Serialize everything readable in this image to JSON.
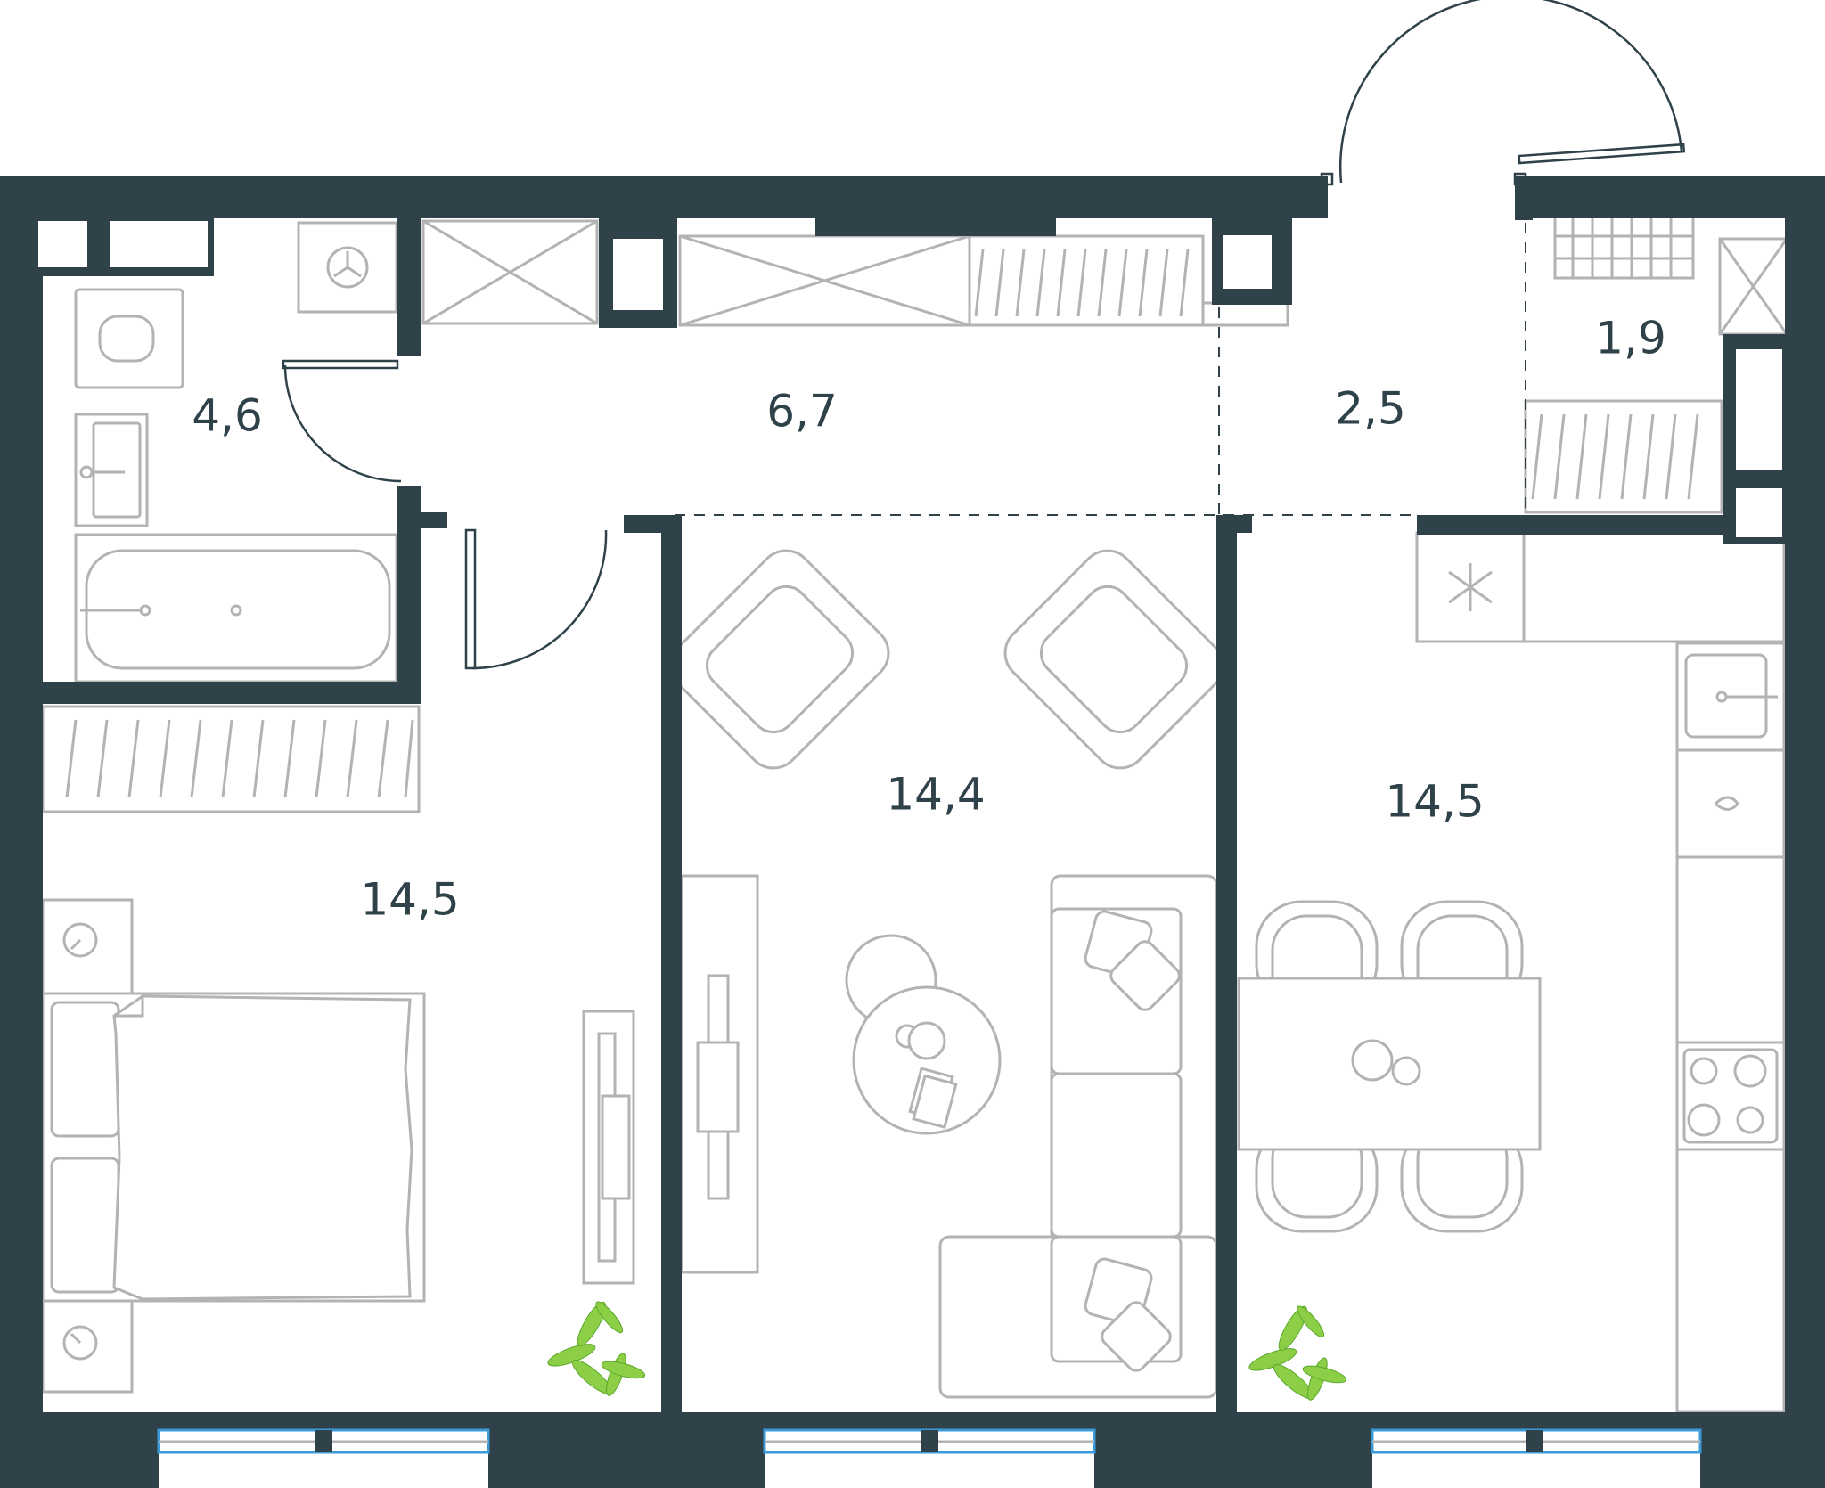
{
  "rooms": [
    {
      "id": "bathroom",
      "area": "4,6"
    },
    {
      "id": "hallway",
      "area": "6,7"
    },
    {
      "id": "corridor",
      "area": "2,5"
    },
    {
      "id": "storage",
      "area": "1,9"
    },
    {
      "id": "living-room",
      "area": "14,4"
    },
    {
      "id": "bedroom",
      "area": "14,5"
    },
    {
      "id": "kitchen",
      "area": "14,5"
    }
  ],
  "colors": {
    "wall": "#2f4249",
    "furniture_stroke": "#b3b3b3",
    "window": "#3b9ad9",
    "plant": "#8ccf47"
  }
}
